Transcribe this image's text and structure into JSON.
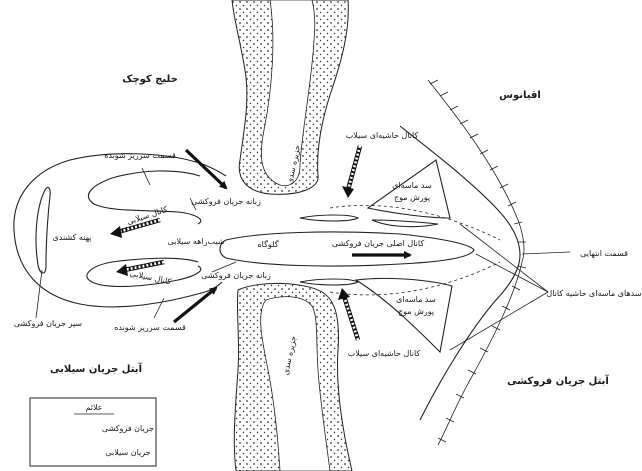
{
  "labels": {
    "small_bay": "خلیج کوچک",
    "ocean": "اقیانوس",
    "barrier_island_top": "جزیره سدی",
    "barrier_island_bottom": "جزیره سدی",
    "marginal_flood_channel_top": "کانال حاشیه‌ای سیلاب",
    "marginal_flood_channel_bottom": "کانال حاشیه‌ای سیلاب",
    "spill_over_top": "قسمت سرریز شونده",
    "spill_over_bottom": "قسمت سرریز شونده",
    "ebb_tongue_top": "زبانه جریان فروکشی",
    "ebb_tongue_bottom": "زبانه جریان فروکشی",
    "flood_channel_left_top": "کانال سیلابی",
    "flood_channel_left_bottom": "کانال سیلابی",
    "flood_ramp": "شیب‌راهه سیلابی",
    "ebb_shield": "سپر جریان فروکشی",
    "flood_plain": "پهنه کشندی",
    "gorge": "گلوگاه",
    "main_ebb_channel": "کانال اصلی جریان فروکشی",
    "swash_bar_top_1": "سد ماسه‌ای",
    "swash_bar_top_2": "پورش موج",
    "swash_bar_bottom_1": "سد ماسه‌ای",
    "swash_bar_bottom_2": "پورش موج",
    "terminal_lobe": "قسمت انتهایی",
    "channel_margin_bars": "سدهای ماسه‌ای حاشیه کانال",
    "flood_delta": "آبتل جریان سیلابی",
    "ebb_delta": "آبتل جریان فروکشی"
  },
  "legend": {
    "title": "علائم",
    "ebb_current": "جریان فروکشی",
    "flood_current": "جریان سیلابی"
  }
}
